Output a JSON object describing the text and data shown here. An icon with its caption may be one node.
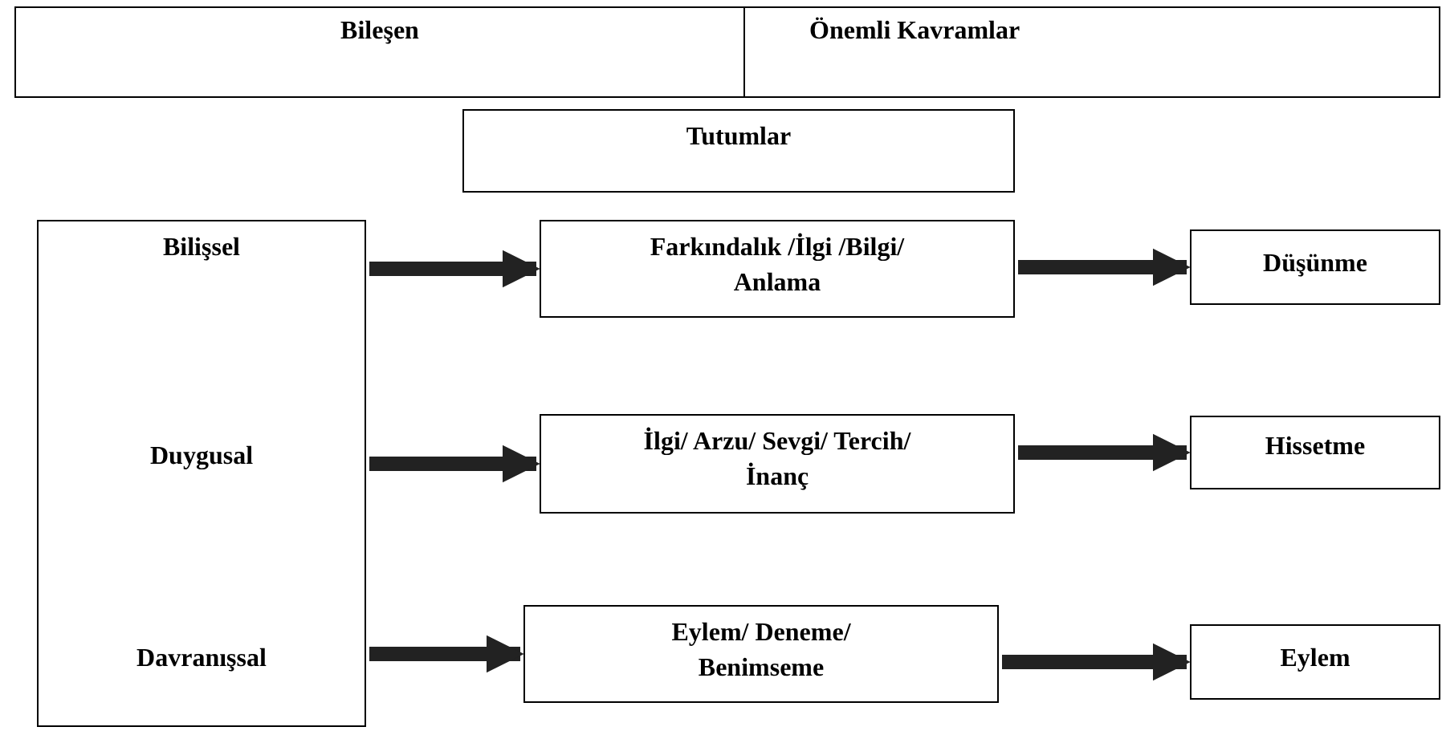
{
  "diagram": {
    "nodes": [
      {
        "text": [
          "Bileşen"
        ]
      },
      {
        "text": [
          "Önemli Kavramlar"
        ]
      },
      {
        "text": [
          "Tutumlar"
        ]
      },
      {
        "text": [
          "Bilişsel",
          "Duygusal",
          "Davranışsal"
        ]
      },
      {
        "text": [
          "Farkındalık /İlgi /Bilgi/ Anlama"
        ]
      },
      {
        "text": [
          "Düşünme"
        ]
      },
      {
        "text": [
          "İlgi/ Arzu/ Sevgi/ Tercih/ İnanç"
        ]
      },
      {
        "text": [
          "Hissetme"
        ]
      },
      {
        "text": [
          "Eylem/ Deneme/ Benimseme"
        ]
      },
      {
        "text": [
          "Eylem"
        ]
      }
    ],
    "edges": [
      {
        "from": 3,
        "to": 4,
        "arrow": "to"
      },
      {
        "from": 4,
        "to": 5,
        "arrow": "to"
      },
      {
        "from": 3,
        "to": 6,
        "arrow": "to"
      },
      {
        "from": 6,
        "to": 7,
        "arrow": "to"
      },
      {
        "from": 3,
        "to": 8,
        "arrow": "to"
      },
      {
        "from": 8,
        "to": 9,
        "arrow": "to"
      }
    ]
  }
}
